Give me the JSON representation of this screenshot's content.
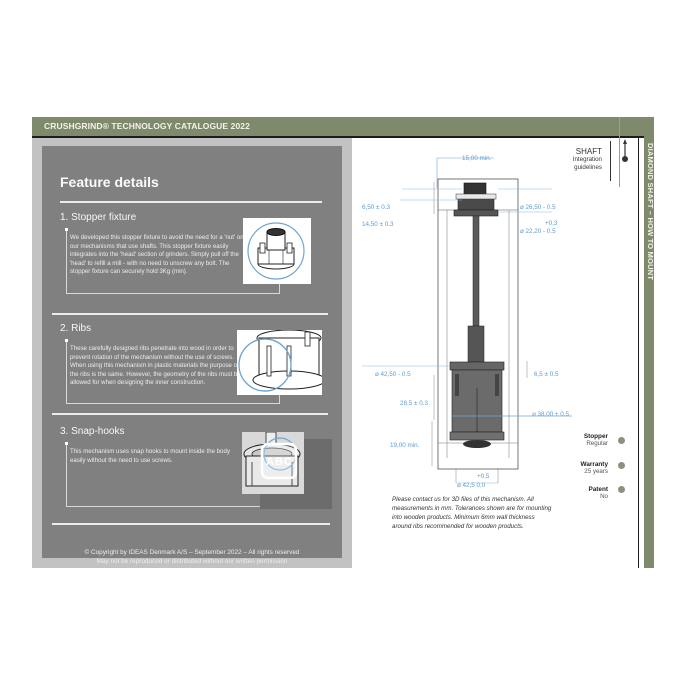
{
  "header": {
    "title": "CRUSHGRIND® TECHNOLOGY CATALOGUE 2022",
    "side_label": "DIAMOND SHAFT – HOW TO MOUNT",
    "accent_color": "#7f896c"
  },
  "features": {
    "title": "Feature details",
    "sections": [
      {
        "heading": "1. Stopper fixture",
        "body": "We developed this stopper fixture to avoid the need for a 'nut' on our mechanisms that use shafts. This stopper fixture easily integrates into the 'head' section of grinders. Simply pull off the 'head' to refill a mill - with no need to unscrew any bolt. The stopper fixture can securely hold 3Kg (min).",
        "image": "stopper-fixture-illustration"
      },
      {
        "heading": "2. Ribs",
        "body": "These carefully designed ribs penetrate into wood in order to prevent rotation of the mechanism without the use of screws. When using this mechanism in plastic materials the purpose of the ribs is the same. However, the geometry of the ribs must be allowed for when designing the inner construction.",
        "image": "ribs-illustration"
      },
      {
        "heading": "3. Snap-hooks",
        "body": "This mechanism uses snap hooks to mount inside the body easily without the need to use screws.",
        "image": "snap-hooks-illustration",
        "overlay_text": "ABC"
      }
    ],
    "copyright_line1": "© Copyright by IDEAS Denmark A/S – September 2022 – All rights reserved",
    "copyright_line2": "May not be reproduced or distributed without our written permission"
  },
  "drawing": {
    "label_title": "SHAFT",
    "label_sub1": "Integration",
    "label_sub2": "guidelines",
    "dimensions": {
      "top_clearance": "15,00 min.",
      "head_step": "6,50 ± 0.3",
      "head_height": "14,50 ± 0.3",
      "head_diameter": "⌀ 26,50 - 0.5",
      "neck_tol": "+0,3",
      "neck_diameter": "⌀ 22,20 - 0.5",
      "base_diameter": "⌀ 42,50 - 0.5",
      "flange_height": "6,5 ± 0.5",
      "body_height": "28,5 ± 0.3",
      "body_diameter": "⌀ 38,00 ± 0.5",
      "bottom_clearance": "19,00 min.",
      "hole_tol_plus": "+0,5",
      "hole_diameter": "⌀ 42,5   0,0"
    },
    "note": "Please contact us for 3D files of this mechanism. All measurements in mm. Tolerances shown are for mounting into wooden products. Minimum 6mm wall thickness around ribs recommended for wooden products."
  },
  "specs": [
    {
      "label": "Stopper",
      "value": "Regular"
    },
    {
      "label": "Warranty",
      "value": "25 years"
    },
    {
      "label": "Patent",
      "value": "No"
    }
  ]
}
